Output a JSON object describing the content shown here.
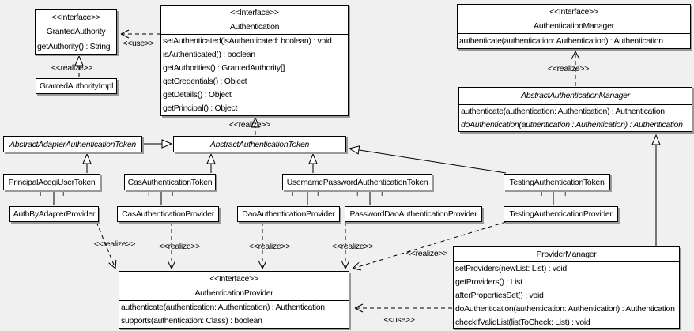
{
  "diagram": {
    "labels": {
      "use": "<<use>>",
      "realize": "<<realize>>",
      "plus": "+"
    },
    "colors": {
      "background": "#f0f0f0",
      "box_fill": "#ffffff",
      "line": "#000000",
      "shadow": "#999999"
    },
    "classes": {
      "granted_authority": {
        "stereotype": "<<Interface>>",
        "name": "GrantedAuthority",
        "methods": [
          "getAuthority() : String"
        ]
      },
      "granted_authority_impl": {
        "name": "GrantedAuthorityImpl"
      },
      "authentication": {
        "stereotype": "<<Interface>>",
        "name": "Authentication",
        "methods": [
          "setAuthenticated(isAuthenticated: boolean) : void",
          "isAuthenticated() : boolean",
          "getAuthorities() : GrantedAuthority[]",
          "getCredentials() : Object",
          "getDetails() : Object",
          "getPrincipal() : Object"
        ]
      },
      "authentication_manager": {
        "stereotype": "<<Interface>>",
        "name": "AuthenticationManager",
        "methods": [
          "authenticate(authentication: Authentication) : Authentication"
        ]
      },
      "abstract_authentication_manager": {
        "name": "AbstractAuthenticationManager",
        "methods": [
          "authenticate(authentication: Authentication) : Authentication",
          "doAuthentication(authentication : Authentication) : Authentication"
        ]
      },
      "abstract_adapter_authentication_token": {
        "name": "AbstractAdapterAuthenticationToken"
      },
      "abstract_authentication_token": {
        "name": "AbstractAuthenticationToken"
      },
      "principal_acegi_user_token": {
        "name": "PrincipalAcegiUserToken"
      },
      "cas_authentication_token": {
        "name": "CasAuthenticationToken"
      },
      "username_password_authentication_token": {
        "name": "UsernamePasswordAuthenticationToken"
      },
      "testing_authentication_token": {
        "name": "TestingAuthenticationToken"
      },
      "auth_by_adapter_provider": {
        "name": "AuthByAdapterProvider"
      },
      "cas_authentication_provider": {
        "name": "CasAuthenticationProvider"
      },
      "dao_authentication_provider": {
        "name": "DaoAuthenticationProvider"
      },
      "password_dao_authentication_provider": {
        "name": "PasswordDaoAuthenticationProvider"
      },
      "testing_authentication_provider": {
        "name": "TestingAuthenticationProvider"
      },
      "authentication_provider": {
        "stereotype": "<<Interface>>",
        "name": "AuthenticationProvider",
        "methods": [
          "authenticate(authentication: Authentication) : Authentication",
          "supports(authentication: Class) : boolean"
        ]
      },
      "provider_manager": {
        "name": "ProviderManager",
        "methods": [
          "setProviders(newList: List) : void",
          "getProviders() : List",
          "afterPropertiesSet() : void",
          "doAuthentication(authentication: Authentication) : Authentication",
          "checkIfValidList(listToCheck: List) : void"
        ]
      }
    }
  }
}
